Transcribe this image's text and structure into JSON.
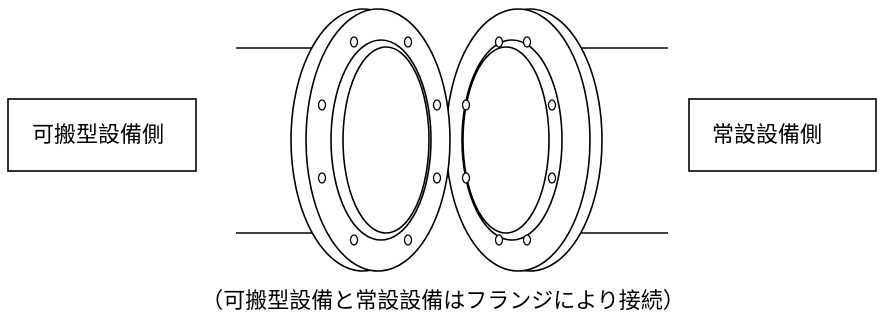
{
  "labels": {
    "left_side": "可搬型設備側",
    "right_side": "常設設備側"
  },
  "caption": "（可搬型設備と常設設備はフランジにより接続）",
  "colors": {
    "line": "#000000",
    "background": "#ffffff"
  },
  "flanges": [
    {
      "name": "portable-flange",
      "bolt_count": 8
    },
    {
      "name": "permanent-flange",
      "bolt_count": 8
    }
  ]
}
